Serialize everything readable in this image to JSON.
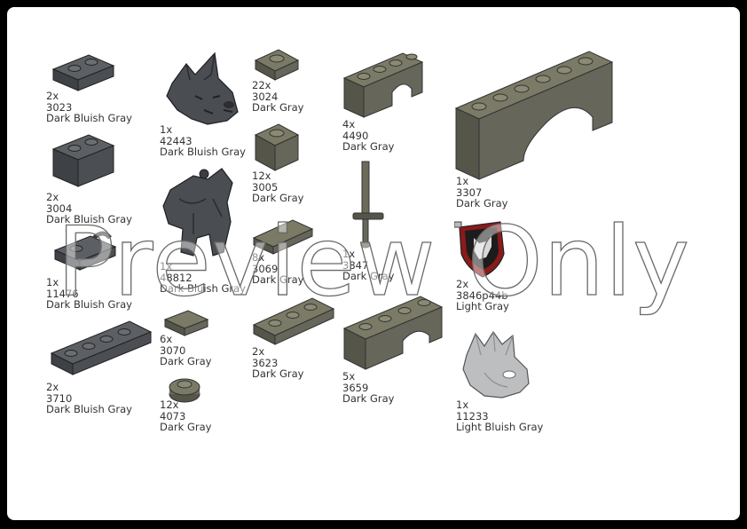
{
  "watermark": "Preview Only",
  "colors": {
    "dark_bluish_gray": "#4a4d51",
    "dark_gray": "#6b6b58",
    "light_gray": "#b9b9b6",
    "light_bluish_gray": "#bcbec0",
    "shield_red": "#8b1a1a",
    "background": "#ffffff",
    "frame": "#000000"
  },
  "parts": [
    {
      "qty": "2x",
      "id": "3023",
      "color": "Dark Bluish Gray",
      "icon": "plate-1x2-icon"
    },
    {
      "qty": "2x",
      "id": "3004",
      "color": "Dark Bluish Gray",
      "icon": "brick-1x2-icon"
    },
    {
      "qty": "1x",
      "id": "11476",
      "color": "Dark Bluish Gray",
      "icon": "plate-clip-icon"
    },
    {
      "qty": "2x",
      "id": "3710",
      "color": "Dark Bluish Gray",
      "icon": "plate-1x4-icon"
    },
    {
      "qty": "1x",
      "id": "42443",
      "color": "Dark Bluish Gray",
      "icon": "wolf-head-icon"
    },
    {
      "qty": "1x",
      "id": "48812",
      "color": "Dark Bluish Gray",
      "icon": "wolf-body-icon"
    },
    {
      "qty": "6x",
      "id": "3070",
      "color": "Dark Gray",
      "icon": "tile-1x1-icon"
    },
    {
      "qty": "12x",
      "id": "4073",
      "color": "Dark Gray",
      "icon": "round-plate-icon"
    },
    {
      "qty": "22x",
      "id": "3024",
      "color": "Dark Gray",
      "icon": "plate-1x1-icon"
    },
    {
      "qty": "12x",
      "id": "3005",
      "color": "Dark Gray",
      "icon": "brick-1x1-icon"
    },
    {
      "qty": "8x",
      "id": "3069",
      "color": "Dark Gray",
      "icon": "tile-1x2-icon"
    },
    {
      "qty": "2x",
      "id": "3623",
      "color": "Dark Gray",
      "icon": "plate-1x3-icon"
    },
    {
      "qty": "4x",
      "id": "4490",
      "color": "Dark Gray",
      "icon": "arch-1x4-icon"
    },
    {
      "qty": "1x",
      "id": "3847",
      "color": "Dark Gray",
      "icon": "sword-icon"
    },
    {
      "qty": "5x",
      "id": "3659",
      "color": "Dark Gray",
      "icon": "arch-1x4-icon"
    },
    {
      "qty": "1x",
      "id": "3307",
      "color": "Dark Gray",
      "icon": "arch-1x6-icon"
    },
    {
      "qty": "2x",
      "id": "3846p44b",
      "color": "Light Gray",
      "icon": "wolf-shield-icon"
    },
    {
      "qty": "1x",
      "id": "11233",
      "color": "Light Bluish Gray",
      "icon": "wolf-mask-icon"
    }
  ]
}
